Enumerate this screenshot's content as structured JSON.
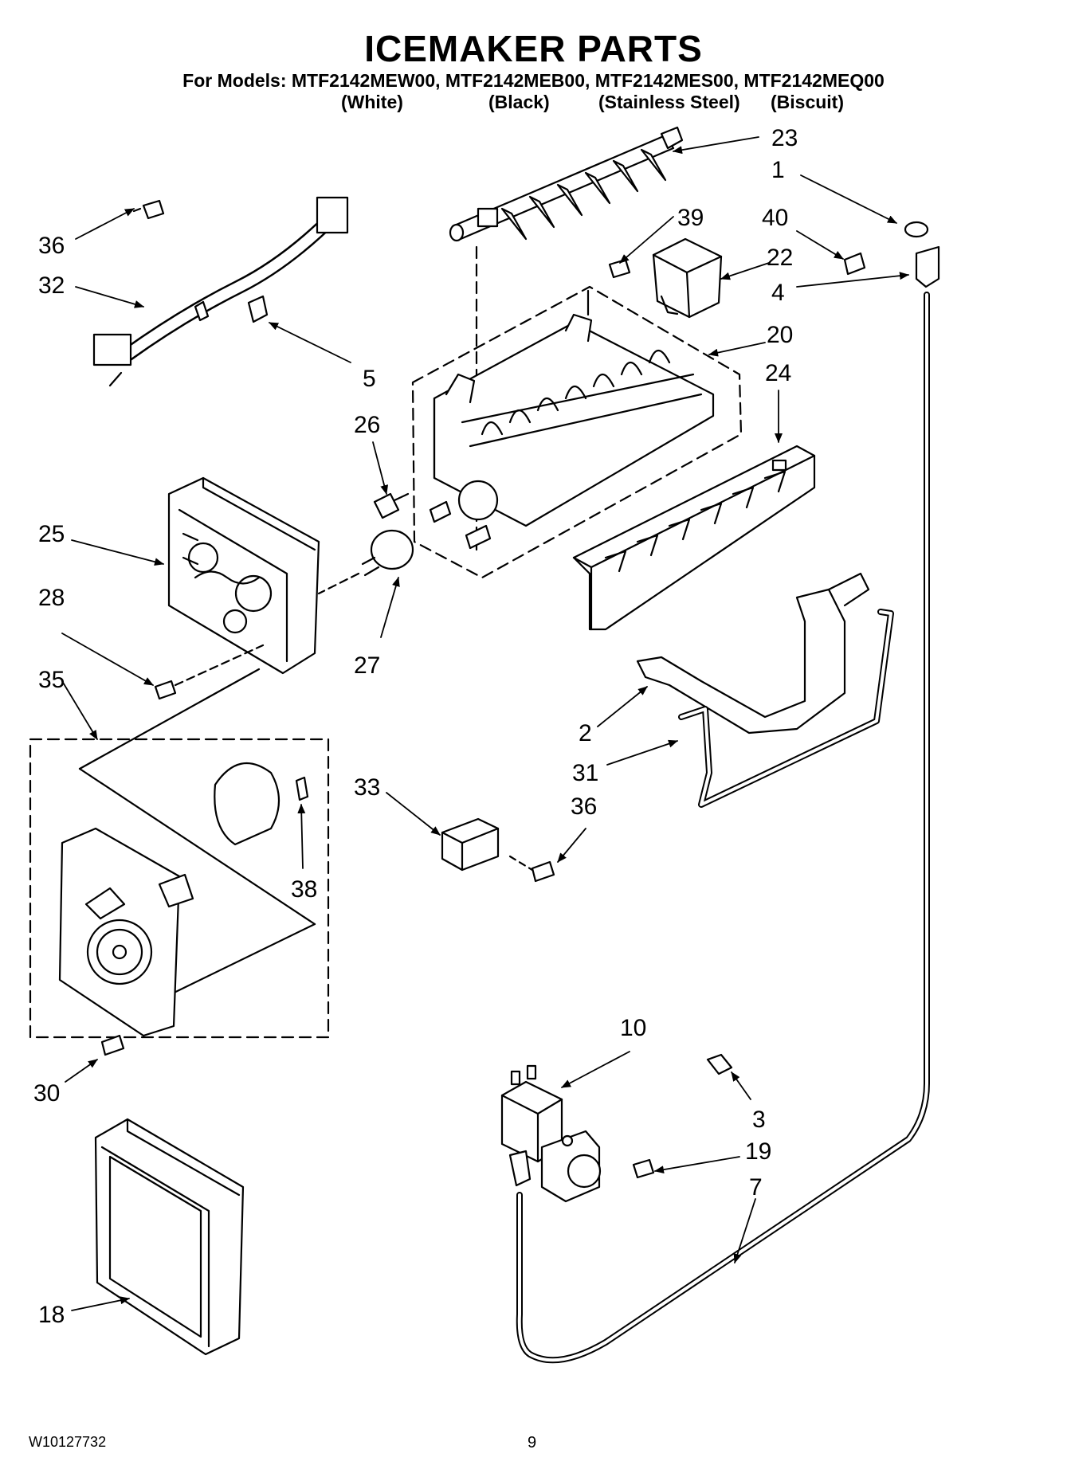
{
  "header": {
    "title": "ICEMAKER PARTS",
    "models_line": "For Models: MTF2142MEW00, MTF2142MEB00, MTF2142MES00, MTF2142MEQ00",
    "variants": [
      "(White)",
      "(Black)",
      "(Stainless Steel)",
      "(Biscuit)"
    ]
  },
  "parts": {
    "p1": "1",
    "p2": "2",
    "p3": "3",
    "p4": "4",
    "p5": "5",
    "p7": "7",
    "p10": "10",
    "p18": "18",
    "p19": "19",
    "p20": "20",
    "p22": "22",
    "p23": "23",
    "p24": "24",
    "p25": "25",
    "p26": "26",
    "p27": "27",
    "p28": "28",
    "p30": "30",
    "p31": "31",
    "p32": "32",
    "p33": "33",
    "p35": "35",
    "p36a": "36",
    "p36b": "36",
    "p38": "38",
    "p39": "39",
    "p40": "40"
  },
  "footer": {
    "doc_number": "W10127732",
    "page_number": "9"
  }
}
